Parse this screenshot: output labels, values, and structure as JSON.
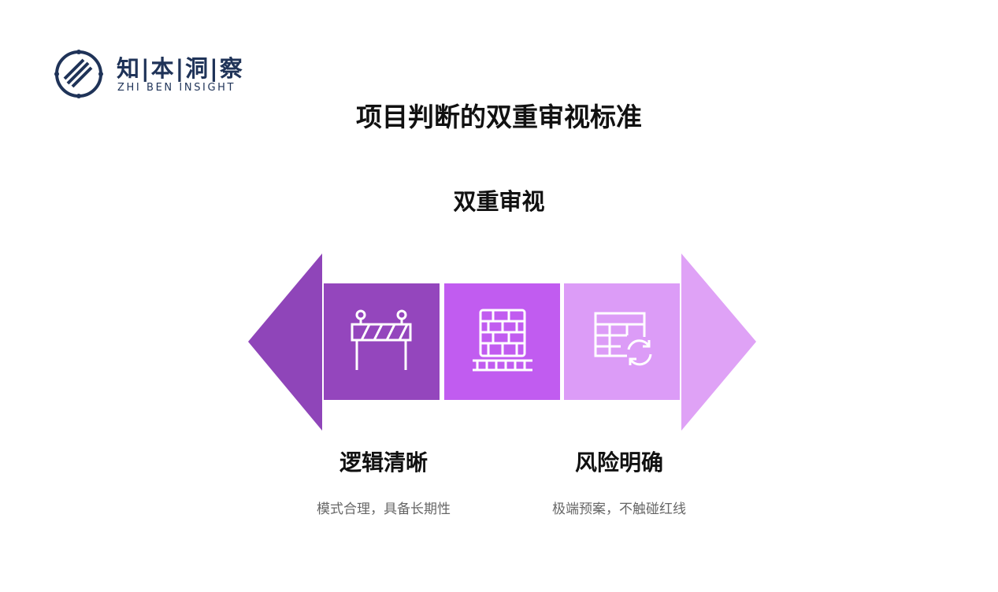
{
  "logo": {
    "cn": "知|本|洞|察",
    "en": "ZHI BEN INSIGHT"
  },
  "title": "项目判断的双重审视标准",
  "subtitle": "双重审视",
  "items": [
    {
      "label": "逻辑清晰",
      "desc": "模式合理，具备长期性"
    },
    {
      "label": "风险明确",
      "desc": "极端预案，不触碰红线"
    }
  ],
  "colors": {
    "left_arrow": "#8f45b9",
    "box1": "#9446bd",
    "box2": "#c15cf0",
    "box3": "#dc9cf7",
    "right_arrow": "#dfa2f6"
  }
}
